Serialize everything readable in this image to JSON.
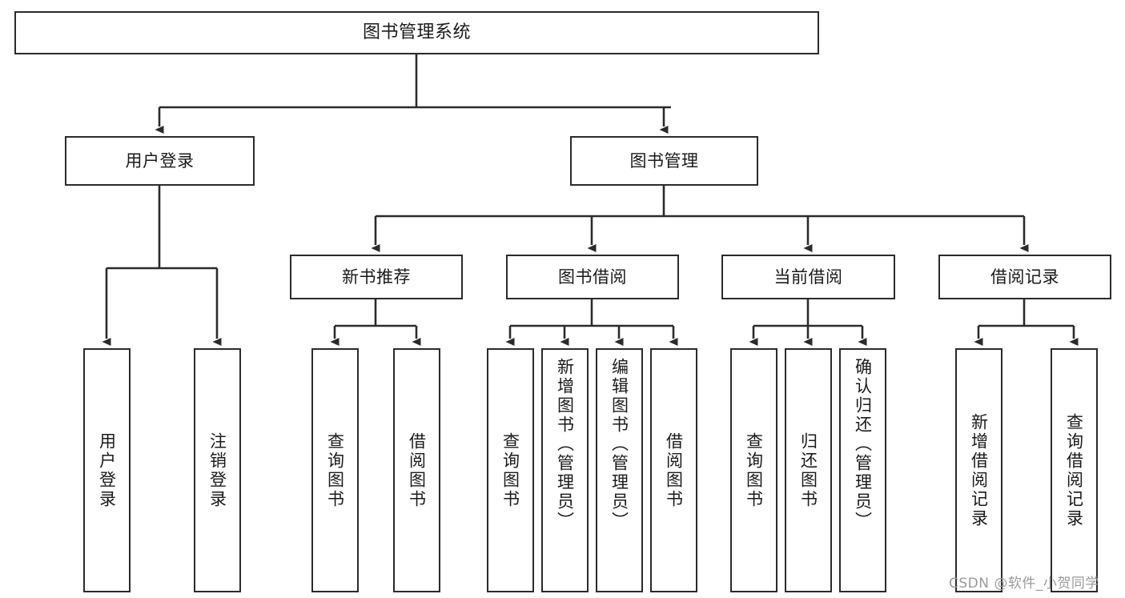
{
  "diagram": {
    "title": "图书管理系统",
    "type": "tree-structure-diagram",
    "watermark": "CSDN @软件_小贺同学",
    "colors": {
      "stroke": "#2b2b2b",
      "fill": "#ffffff",
      "text": "#1a1a1a",
      "watermark": "#9a9a9a"
    }
  },
  "nodes": {
    "root": {
      "label": "图书管理系统"
    },
    "level2": [
      {
        "id": "user-login",
        "label": "用户登录"
      },
      {
        "id": "book-manage",
        "label": "图书管理"
      }
    ],
    "level3": [
      {
        "id": "new-book-recommend",
        "label": "新书推荐"
      },
      {
        "id": "book-borrow",
        "label": "图书借阅"
      },
      {
        "id": "current-borrow",
        "label": "当前借阅"
      },
      {
        "id": "borrow-record",
        "label": "借阅记录"
      }
    ],
    "leaves": {
      "user-login": [
        {
          "id": "leaf-user-login",
          "label": "用户登录"
        },
        {
          "id": "leaf-logout-login",
          "label": "注销登录"
        }
      ],
      "new-book-recommend": [
        {
          "id": "leaf-query-book-1",
          "label": "查询图书"
        },
        {
          "id": "leaf-borrow-book-1",
          "label": "借阅图书"
        }
      ],
      "book-borrow": [
        {
          "id": "leaf-query-book-2",
          "label": "查询图书"
        },
        {
          "id": "leaf-add-book",
          "label": "新增图书（管理员）"
        },
        {
          "id": "leaf-edit-book",
          "label": "编辑图书（管理员）"
        },
        {
          "id": "leaf-borrow-book-2",
          "label": "借阅图书"
        }
      ],
      "current-borrow": [
        {
          "id": "leaf-query-book-3",
          "label": "查询图书"
        },
        {
          "id": "leaf-return-book",
          "label": "归还图书"
        },
        {
          "id": "leaf-confirm-return",
          "label": "确认归还（管理员）"
        }
      ],
      "borrow-record": [
        {
          "id": "leaf-add-record",
          "label": "新增借阅记录"
        },
        {
          "id": "leaf-query-record",
          "label": "查询借阅记录"
        }
      ]
    }
  }
}
